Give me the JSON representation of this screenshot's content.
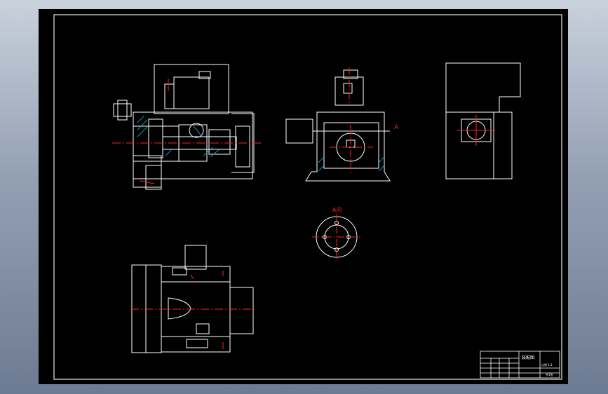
{
  "sheet": {
    "background": "#000000",
    "line_color": "#ffffff",
    "center_line_color": "#ff2020",
    "hatch_color": "#00c8ff",
    "frame_color": "#e8e8e8"
  },
  "views": {
    "front_section": {},
    "side_section": {
      "marker": "A"
    },
    "top_view": {},
    "plan_view": {},
    "detail_a": {
      "label": "A向"
    }
  },
  "title_block": {
    "drawing_title": "装配图",
    "scale_note": "比例 1:1",
    "sheet_note": "共1张"
  }
}
